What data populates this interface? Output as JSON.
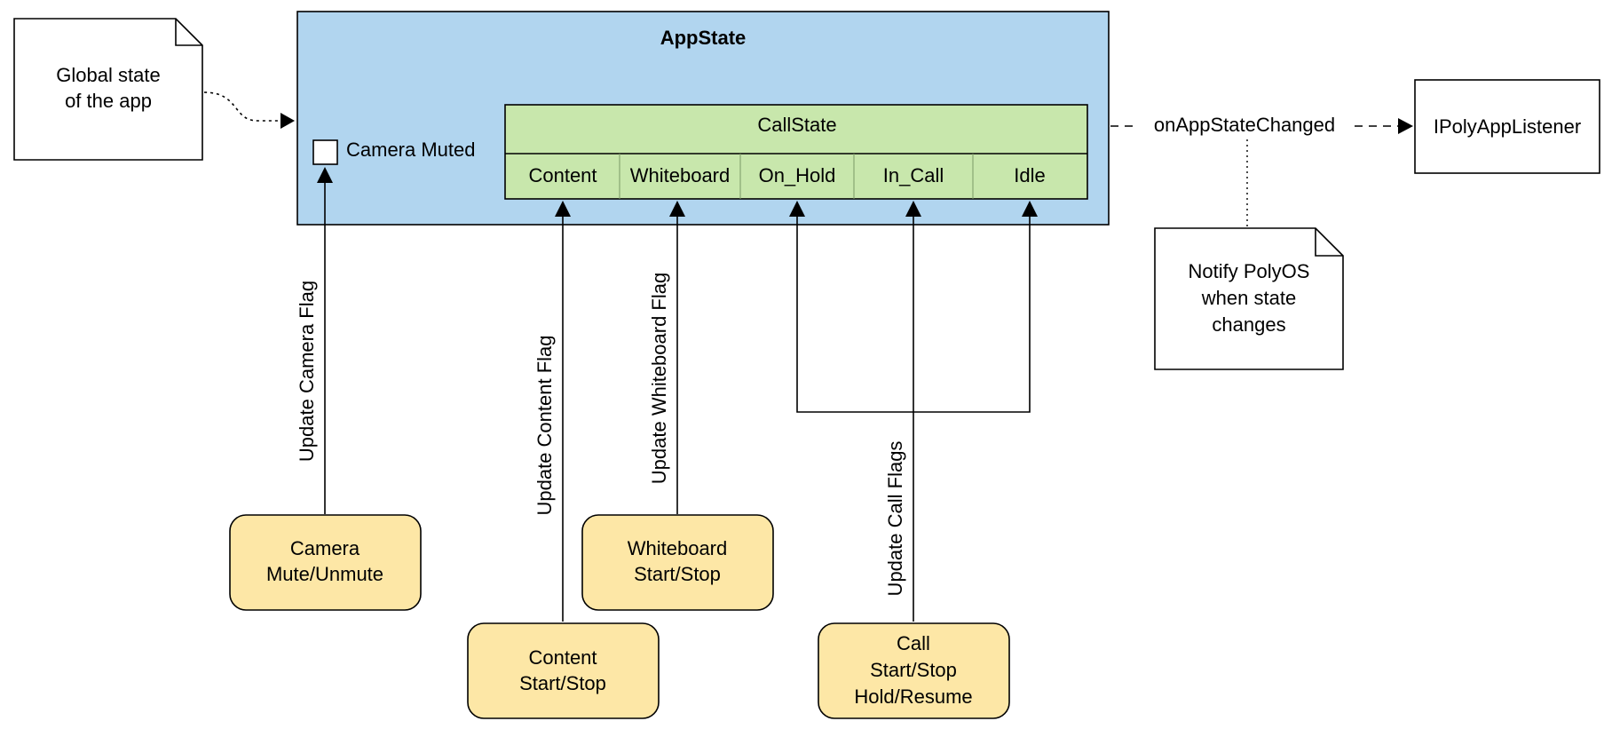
{
  "notes": {
    "global_state": [
      "Global state",
      "of the app"
    ],
    "notify_polyos": [
      "Notify PolyOS",
      "when state",
      "changes"
    ]
  },
  "appstate": {
    "title": "AppState",
    "camera_muted_label": "Camera Muted",
    "callstate": {
      "title": "CallState",
      "cells": [
        "Content",
        "Whiteboard",
        "On_Hold",
        "In_Call",
        "Idle"
      ]
    }
  },
  "listener": {
    "label": "IPolyAppListener",
    "edge_label": "onAppStateChanged"
  },
  "actions": {
    "camera": [
      "Camera",
      "Mute/Unmute"
    ],
    "content": [
      "Content",
      "Start/Stop"
    ],
    "whiteboard": [
      "Whiteboard",
      "Start/Stop"
    ],
    "call": [
      "Call",
      "Start/Stop",
      "Hold/Resume"
    ]
  },
  "edge_labels": {
    "camera": "Update Camera Flag",
    "content": "Update Content Flag",
    "whiteboard": "Update Whiteboard Flag",
    "call": "Update Call Flags"
  },
  "colors": {
    "appstate_fill": "#b1d5ef",
    "callstate_fill": "#c8e7ac",
    "action_fill": "#fde7a6",
    "note_fill": "#ffffff",
    "stroke": "#000000"
  }
}
